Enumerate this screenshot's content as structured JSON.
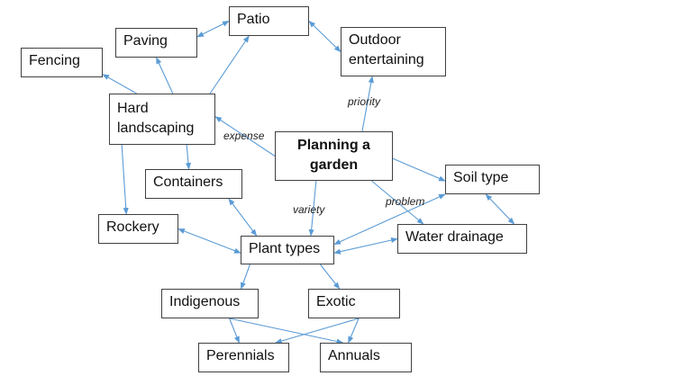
{
  "diagram": {
    "type": "concept-map",
    "colors": {
      "edge": "#5b9bd5",
      "border": "#404040",
      "text": "#111111"
    },
    "nodes": {
      "fencing": "Fencing",
      "paving": "Paving",
      "patio": "Patio",
      "outdoor": "Outdoor\nentertaining",
      "hard": "Hard\nlandscaping",
      "planning": "Planning a\ngarden",
      "containers": "Containers",
      "soil": "Soil type",
      "rockery": "Rockery",
      "plant": "Plant types",
      "water": "Water drainage",
      "indigenous": "Indigenous",
      "exotic": "Exotic",
      "perennials": "Perennials",
      "annuals": "Annuals"
    },
    "edge_labels": {
      "priority": "priority",
      "expense": "expense",
      "variety": "variety",
      "problem": "problem"
    },
    "edges": [
      {
        "from": "hard",
        "to": "fencing",
        "dir": "forward"
      },
      {
        "from": "hard",
        "to": "paving",
        "dir": "forward"
      },
      {
        "from": "hard",
        "to": "patio",
        "dir": "forward"
      },
      {
        "from": "paving",
        "to": "patio",
        "dir": "both"
      },
      {
        "from": "patio",
        "to": "outdoor",
        "dir": "both"
      },
      {
        "from": "planning",
        "to": "outdoor",
        "dir": "forward",
        "label": "priority"
      },
      {
        "from": "planning",
        "to": "hard",
        "dir": "forward",
        "label": "expense"
      },
      {
        "from": "hard",
        "to": "containers",
        "dir": "forward"
      },
      {
        "from": "hard",
        "to": "rockery",
        "dir": "forward"
      },
      {
        "from": "planning",
        "to": "soil",
        "dir": "forward"
      },
      {
        "from": "planning",
        "to": "water",
        "dir": "forward",
        "label": "problem"
      },
      {
        "from": "planning",
        "to": "plant",
        "dir": "forward",
        "label": "variety"
      },
      {
        "from": "containers",
        "to": "plant",
        "dir": "both"
      },
      {
        "from": "rockery",
        "to": "plant",
        "dir": "both"
      },
      {
        "from": "soil",
        "to": "plant",
        "dir": "both"
      },
      {
        "from": "water",
        "to": "plant",
        "dir": "both"
      },
      {
        "from": "water",
        "to": "soil",
        "dir": "both"
      },
      {
        "from": "plant",
        "to": "indigenous",
        "dir": "forward"
      },
      {
        "from": "plant",
        "to": "exotic",
        "dir": "forward"
      },
      {
        "from": "indigenous",
        "to": "perennials",
        "dir": "forward"
      },
      {
        "from": "indigenous",
        "to": "annuals",
        "dir": "forward"
      },
      {
        "from": "exotic",
        "to": "perennials",
        "dir": "forward"
      },
      {
        "from": "exotic",
        "to": "annuals",
        "dir": "forward"
      }
    ]
  }
}
